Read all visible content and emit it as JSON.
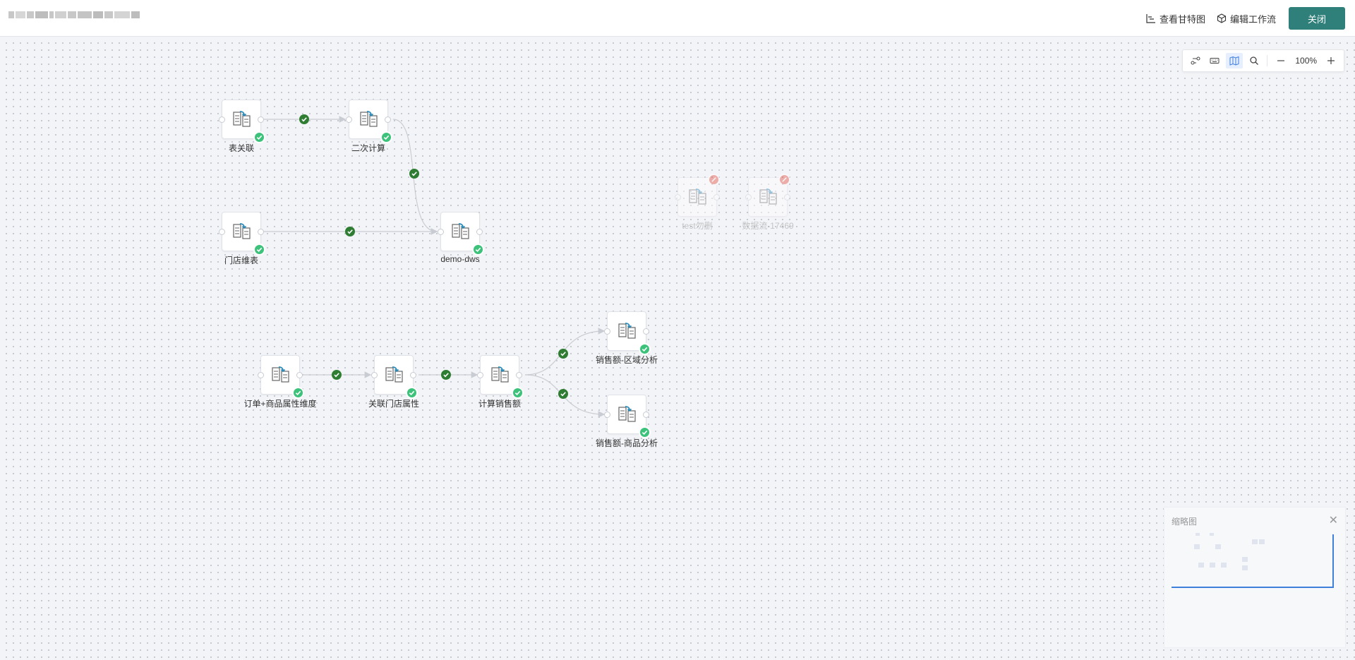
{
  "header": {
    "gantt_label": "查看甘特图",
    "edit_workflow_label": "编辑工作流",
    "close_label": "关闭"
  },
  "toolbar": {
    "zoom_level": "100%",
    "buttons": [
      "layout-icon",
      "keyboard-icon",
      "map-icon",
      "search-icon",
      "zoom-out-icon",
      "zoom-in-icon"
    ],
    "active_button": "map-icon"
  },
  "nodes": {
    "n1": {
      "label": "表关联",
      "status": "success"
    },
    "n2": {
      "label": "二次计算",
      "status": "success"
    },
    "n3": {
      "label": "门店维表",
      "status": "success"
    },
    "n4": {
      "label": "demo-dws",
      "status": "success"
    },
    "n5": {
      "label": "test勿删",
      "status": "disabled"
    },
    "n6": {
      "label": "数据流-17469",
      "status": "disabled"
    },
    "n7": {
      "label": "订单+商品属性维度",
      "status": "success"
    },
    "n8": {
      "label": "关联门店属性",
      "status": "success"
    },
    "n9": {
      "label": "计算销售额",
      "status": "success"
    },
    "n10": {
      "label": "销售额-区域分析",
      "status": "success"
    },
    "n11": {
      "label": "销售额-商品分析",
      "status": "success"
    }
  },
  "minimap": {
    "title": "缩略图"
  },
  "colors": {
    "primary": "#2f7f7a",
    "success": "#3cc27a",
    "edge_check": "#2e7d32",
    "error": "#e5564a",
    "minimap_viewport": "#3f7fdc"
  }
}
